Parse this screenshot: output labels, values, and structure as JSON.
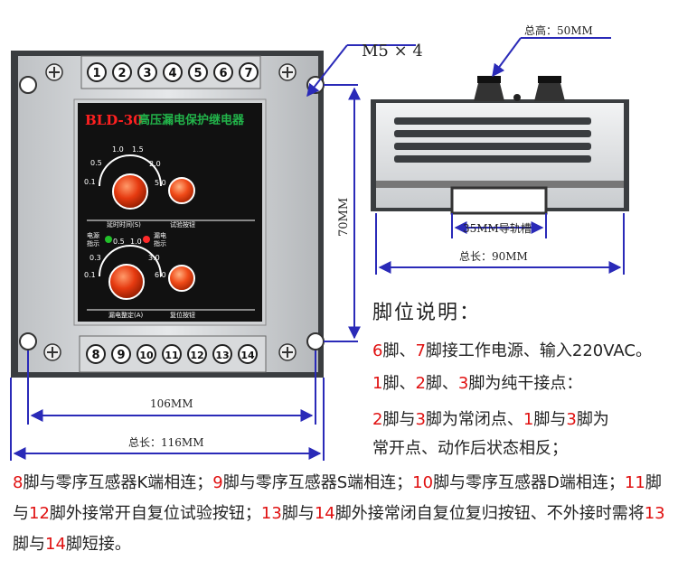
{
  "device": {
    "model": "BLD-30",
    "name": "高压漏电保护继电器",
    "top_pins": [
      "1",
      "2",
      "3",
      "4",
      "5",
      "6",
      "7"
    ],
    "bottom_pins": [
      "8",
      "9",
      "10",
      "11",
      "12",
      "13",
      "14"
    ],
    "delay_dial": {
      "ticks": [
        "0.1",
        "0.5",
        "1.0",
        "1.5",
        "2.0",
        "5.0"
      ],
      "label": "延时时间(S)"
    },
    "leak_dial": {
      "ticks": [
        "0.1",
        "0.3",
        "0.5",
        "1.0",
        "3.0",
        "6.0"
      ],
      "label": "漏电整定(A)"
    },
    "test_button_label": "试验按钮",
    "reset_button_label": "复位按钮",
    "power_indicator": [
      "电源",
      "指示"
    ],
    "leak_indicator": [
      "漏电",
      "指示"
    ]
  },
  "dimensions": {
    "screws": "M5 × 4",
    "total_height": "总高：50MM",
    "height": "70MM",
    "inner_width": "106MM",
    "total_width": "总长：116MM",
    "side_length": "总长：90MM",
    "rail": "35MM导轨槽"
  },
  "description": {
    "title": "脚位说明：",
    "line1": [
      {
        "t": "6",
        "r": true
      },
      {
        "t": "脚、",
        "r": false
      },
      {
        "t": "7",
        "r": true
      },
      {
        "t": "脚接工作电源、输入220VAC。",
        "r": false
      }
    ],
    "line2": [
      {
        "t": "1",
        "r": true
      },
      {
        "t": "脚、",
        "r": false
      },
      {
        "t": "2",
        "r": true
      },
      {
        "t": "脚、",
        "r": false
      },
      {
        "t": "3",
        "r": true
      },
      {
        "t": "脚为纯干接点：",
        "r": false
      }
    ],
    "line3": [
      {
        "t": "2",
        "r": true
      },
      {
        "t": "脚与",
        "r": false
      },
      {
        "t": "3",
        "r": true
      },
      {
        "t": "脚为常闭点、",
        "r": false
      },
      {
        "t": "1",
        "r": true
      },
      {
        "t": "脚与",
        "r": false
      },
      {
        "t": "3",
        "r": true
      },
      {
        "t": "脚为",
        "r": false
      }
    ],
    "line4": [
      {
        "t": "常开点、动作后状态相反；",
        "r": false
      }
    ],
    "bottom": [
      {
        "t": "8",
        "r": true
      },
      {
        "t": "脚与零序互感器K端相连；",
        "r": false
      },
      {
        "t": "9",
        "r": true
      },
      {
        "t": "脚与零序互感器S端相连；",
        "r": false
      },
      {
        "t": "10",
        "r": true
      },
      {
        "t": "脚与零序互感器D端相连；",
        "r": false
      },
      {
        "t": "11",
        "r": true
      },
      {
        "t": "脚与",
        "r": false
      },
      {
        "t": "12",
        "r": true
      },
      {
        "t": "脚外接常开自复位试验按钮；",
        "r": false
      },
      {
        "t": "13",
        "r": true
      },
      {
        "t": "脚与",
        "r": false
      },
      {
        "t": "14",
        "r": true
      },
      {
        "t": "脚外接常闭自复位复归按钮、不外接时需将",
        "r": false
      },
      {
        "t": "13",
        "r": true
      },
      {
        "t": "脚与",
        "r": false
      },
      {
        "t": "14",
        "r": true
      },
      {
        "t": "脚短接。",
        "r": false
      }
    ]
  }
}
